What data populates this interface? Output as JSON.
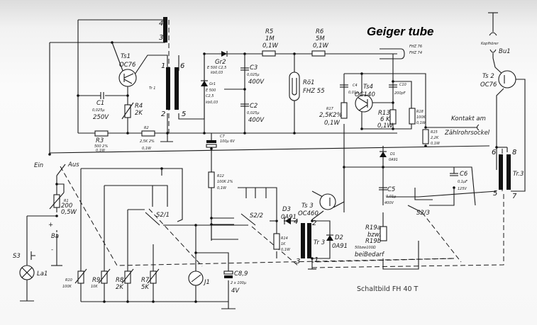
{
  "title": "Geiger tube",
  "caption": "Schaltbild    FH 40 T",
  "components": {
    "ts1": {
      "ref": "Ts1",
      "type": "OC76"
    },
    "ts2": {
      "ref": "Ts 2",
      "type": "OC76"
    },
    "ts3": {
      "ref": "Ts 3",
      "type": "OC460"
    },
    "ts4": {
      "ref": "Ts4",
      "type": "OC140"
    },
    "tr1": {
      "ref": "Tr 1",
      "pins": [
        "4",
        "3",
        "1",
        "2",
        "6",
        "5"
      ]
    },
    "tr3_left": {
      "ref": "Tr 3",
      "pins": [
        "4",
        "2",
        "3",
        "1"
      ]
    },
    "tr3_right": {
      "ref": "Tr.3",
      "pins": [
        "6",
        "8",
        "5",
        "7"
      ]
    },
    "gr1": {
      "ref": "Gr1",
      "lines": [
        "E 500",
        "C2,5",
        "kb0,03"
      ]
    },
    "gr2": {
      "ref": "Gr2",
      "lines": [
        "E 500 C2,5",
        "kb0,03"
      ]
    },
    "c1": {
      "ref": "C1",
      "lines": [
        "0,025µ",
        "250V"
      ]
    },
    "c2": {
      "ref": "C2",
      "lines": [
        "0,025µ",
        "400V"
      ]
    },
    "c3": {
      "ref": "C3",
      "lines": [
        "0,025µ",
        "400V"
      ]
    },
    "c4": {
      "ref": "C4",
      "lines": [
        "0,01µ"
      ]
    },
    "c5": {
      "ref": "C5",
      "lines": [
        "0,01µ",
        "400V"
      ]
    },
    "c6": {
      "ref": "C6",
      "lines": [
        "0,1µF",
        "125V"
      ]
    },
    "c7": {
      "ref": "C7",
      "lines": [
        "100µ  6V"
      ]
    },
    "c8": {
      "ref": "C8,9",
      "lines": [
        "2 x 100µ",
        "4V"
      ]
    },
    "c10": {
      "ref": "C10",
      "lines": [
        "200pF"
      ]
    },
    "r1": {
      "ref": "R1",
      "lines": [
        "200",
        "0,5W"
      ]
    },
    "r2": {
      "ref": "R2",
      "lines": [
        "2,5K 2%",
        "0,1W"
      ]
    },
    "r3": {
      "ref": "R3",
      "lines": [
        "500 2%",
        "0,1W"
      ]
    },
    "r4": {
      "ref": "R4",
      "lines": [
        "2K"
      ]
    },
    "r5": {
      "ref": "R5",
      "lines": [
        "1M",
        "0,1W"
      ]
    },
    "r6": {
      "ref": "R6",
      "lines": [
        "5M",
        "0,1W"
      ]
    },
    "r7": {
      "ref": "R7",
      "lines": [
        "5K"
      ]
    },
    "r8": {
      "ref": "R8",
      "lines": [
        "2K"
      ]
    },
    "r9": {
      "ref": "R9",
      "lines": [
        "10K"
      ]
    },
    "r10": {
      "ref": "R10",
      "lines": [
        "100K"
      ]
    },
    "r12": {
      "ref": "R12",
      "lines": [
        "100K 2%",
        "0,1W"
      ]
    },
    "r13": {
      "ref": "R13",
      "lines": [
        "6 K",
        "0,1W"
      ]
    },
    "r14": {
      "ref": "R14",
      "lines": [
        "1K",
        "0,1W"
      ]
    },
    "r15": {
      "ref": "R15",
      "lines": [
        "2,2K",
        "0,1W"
      ]
    },
    "r17": {
      "ref": "R17",
      "lines": [
        "2,5K2%",
        "0,1W"
      ]
    },
    "r18": {
      "ref": "R18",
      "lines": [
        "100K",
        "0,1W"
      ]
    },
    "r19": {
      "lines": [
        "R19a",
        "bzw.",
        "R19b",
        "50bzw100Ω",
        "beiBedarf"
      ]
    },
    "d1": {
      "ref": "D1",
      "type": "0A91"
    },
    "d2": {
      "ref": "D2",
      "type": "0A91"
    },
    "d3": {
      "ref": "D3",
      "type": "0A91"
    },
    "ro1": {
      "ref": "Rö1",
      "type": "FHZ 55"
    },
    "tube": {
      "lines": [
        "FHZ 76",
        "FHZ 74"
      ]
    },
    "s2_1": {
      "ref": "S2/1"
    },
    "s2_2": {
      "ref": "S2/2"
    },
    "s2_3": {
      "ref": "S2/3"
    },
    "s3": {
      "ref": "S3"
    },
    "la1": {
      "ref": "La1"
    },
    "j1": {
      "ref": "J1"
    },
    "ba": {
      "ref": "Ba",
      "plus": "+",
      "minus": "-"
    },
    "bu1": {
      "ref": "Bu1",
      "label": "Kopfhörer"
    },
    "contact": {
      "lines": [
        "Kontakt am",
        "Zählrohrsockel"
      ]
    },
    "switch": {
      "on": "Ein",
      "off": "Aus"
    }
  }
}
